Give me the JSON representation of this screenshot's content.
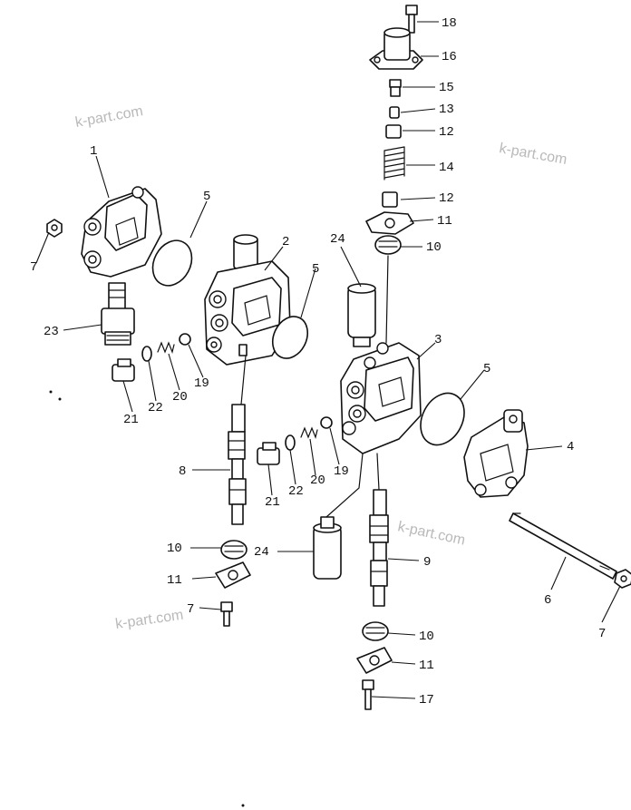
{
  "watermarks": [
    "k-part.com",
    "k-part.com",
    "k-part.com",
    "k-part.com"
  ],
  "callouts": [
    "1",
    "2",
    "3",
    "4",
    "5",
    "5",
    "5",
    "6",
    "7",
    "7",
    "8",
    "9",
    "10",
    "10",
    "10",
    "11",
    "11",
    "11",
    "12",
    "12",
    "13",
    "14",
    "15",
    "16",
    "17",
    "18",
    "19",
    "19",
    "20",
    "20",
    "21",
    "21",
    "22",
    "22",
    "23",
    "24",
    "24",
    "7"
  ]
}
